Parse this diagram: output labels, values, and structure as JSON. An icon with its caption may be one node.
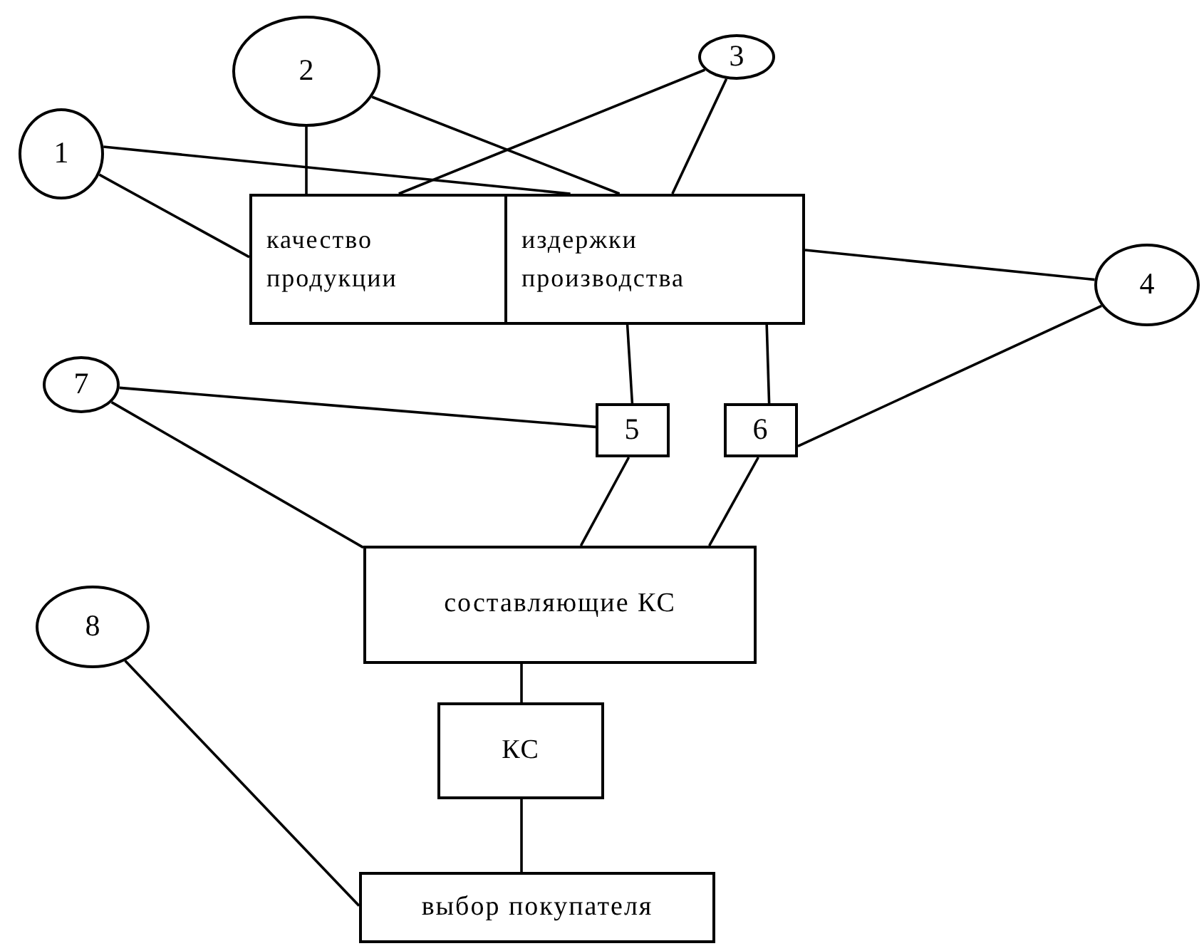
{
  "diagram": {
    "nodes": [
      {
        "text": [
          "1"
        ]
      },
      {
        "text": [
          "2"
        ]
      },
      {
        "text": [
          "3"
        ]
      },
      {
        "text": [
          "4"
        ]
      },
      {
        "text": [
          "качество продукции"
        ]
      },
      {
        "text": [
          "издержки производства"
        ]
      },
      {
        "text": [
          "7"
        ]
      },
      {
        "text": [
          "5"
        ]
      },
      {
        "text": [
          "6"
        ]
      },
      {
        "text": [
          "составляющие КС"
        ]
      },
      {
        "text": [
          "8"
        ]
      },
      {
        "text": [
          "КС"
        ]
      },
      {
        "text": [
          "выбор покупателя"
        ]
      }
    ],
    "edges": [
      {
        "from": 0,
        "to": 4,
        "arrow": "none"
      },
      {
        "from": 0,
        "to": 5,
        "arrow": "none"
      },
      {
        "from": 1,
        "to": 4,
        "arrow": "none"
      },
      {
        "from": 1,
        "to": 5,
        "arrow": "none"
      },
      {
        "from": 2,
        "to": 4,
        "arrow": "none"
      },
      {
        "from": 2,
        "to": 5,
        "arrow": "none"
      },
      {
        "from": 3,
        "to": 5,
        "arrow": "none"
      },
      {
        "from": 3,
        "to": 8,
        "arrow": "none"
      },
      {
        "from": 6,
        "to": 7,
        "arrow": "none"
      },
      {
        "from": 6,
        "to": 9,
        "arrow": "none"
      },
      {
        "from": 5,
        "to": 7,
        "arrow": "none"
      },
      {
        "from": 5,
        "to": 8,
        "arrow": "none"
      },
      {
        "from": 7,
        "to": 9,
        "arrow": "none"
      },
      {
        "from": 8,
        "to": 9,
        "arrow": "none"
      },
      {
        "from": 9,
        "to": 11,
        "arrow": "none"
      },
      {
        "from": 11,
        "to": 12,
        "arrow": "none"
      },
      {
        "from": 10,
        "to": 12,
        "arrow": "none"
      }
    ]
  }
}
